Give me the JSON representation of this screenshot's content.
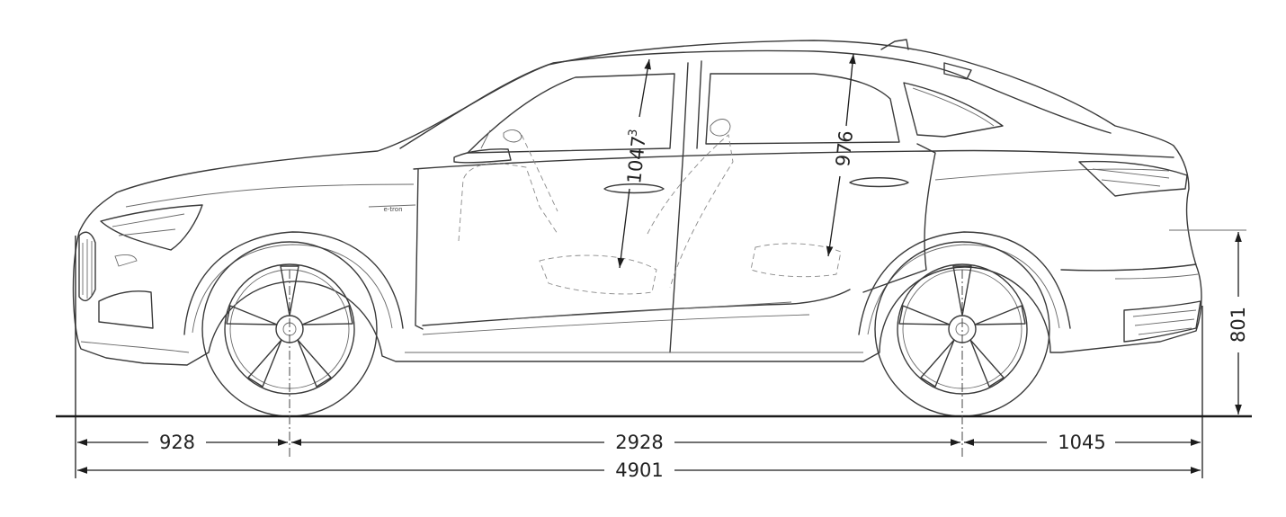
{
  "dimensions": {
    "front_overhang": "928",
    "wheelbase": "2928",
    "rear_overhang": "1045",
    "overall_length": "4901",
    "front_headroom": "1047",
    "front_headroom_note": "3",
    "rear_headroom": "976",
    "rear_height": "801"
  },
  "badge": "e-tron"
}
